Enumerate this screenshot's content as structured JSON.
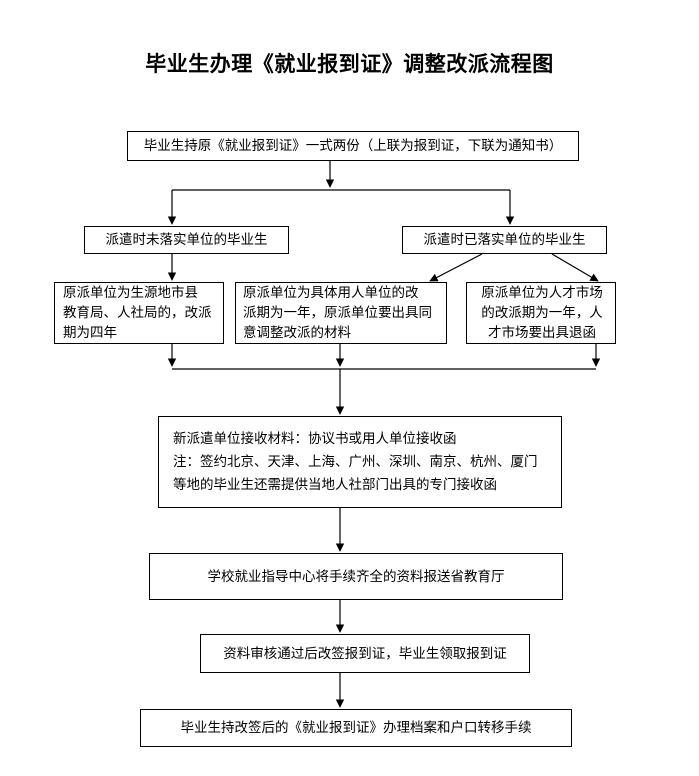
{
  "title": "毕业生办理《就业报到证》调整改派流程图",
  "steps": {
    "start": "毕业生持原《就业报到证》一式两份（上联为报到证，下联为通知书）",
    "no_unit": "派遣时未落实单位的毕业生",
    "has_unit": "派遣时已落实单位的毕业生",
    "case_a": [
      "原派单位为生源地市县",
      "教育局、人社局的，改派",
      "期为四年"
    ],
    "case_b": [
      "原派单位为具体用人单位的改",
      "派期为一年，原派单位要出具同",
      "意调整改派的材料"
    ],
    "case_c": [
      "原派单位为人才市场",
      "的改派期为一年，人",
      "才市场要出具退函"
    ],
    "materials": [
      "新派遣单位接收材料：协议书或用人单位接收函",
      "注：签约北京、天津、上海、广州、深圳、南京、杭州、厦门",
      "等地的毕业生还需提供当地人社部门出具的专门接收函"
    ],
    "school": "学校就业指导中心将手续齐全的资料报送省教育厅",
    "review": "资料审核通过后改签报到证，毕业生领取报到证",
    "final": "毕业生持改签后的《就业报到证》办理档案和户口转移手续"
  }
}
